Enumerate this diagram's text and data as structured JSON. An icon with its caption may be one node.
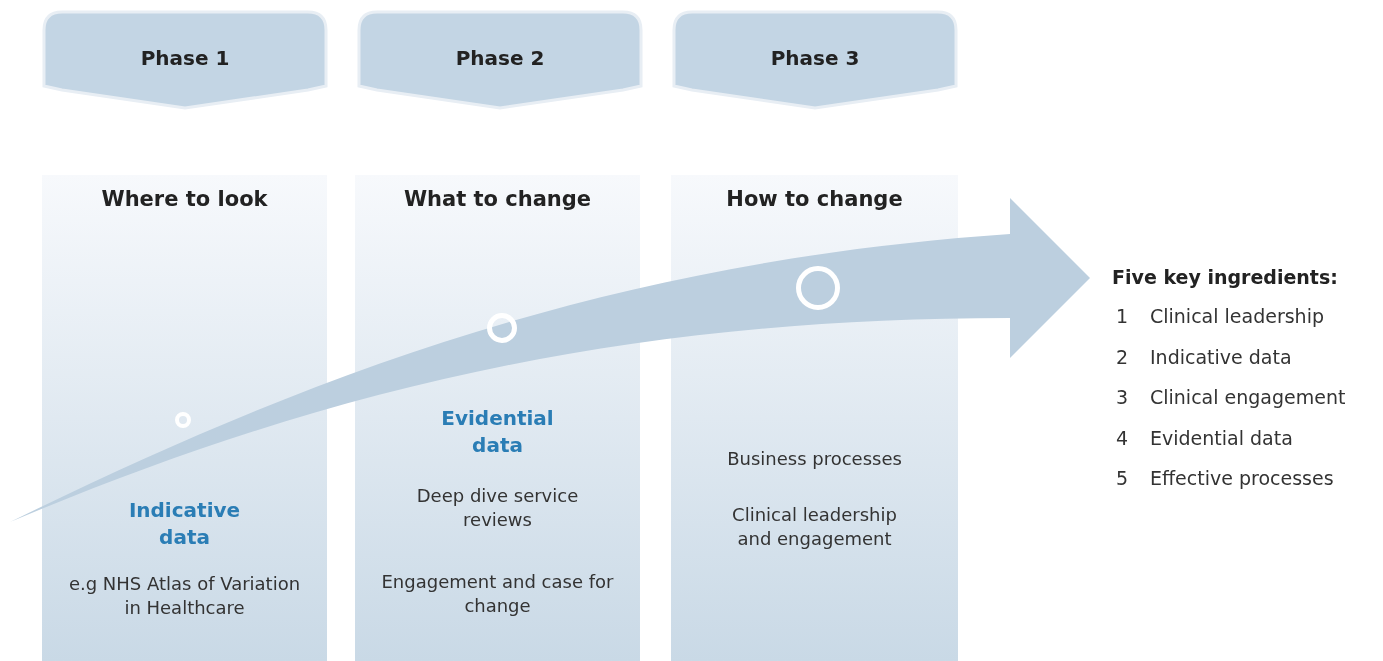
{
  "diagram": {
    "nodes": [
      {
        "text": [
          "Phase 1"
        ]
      },
      {
        "text": [
          "Phase 2"
        ]
      },
      {
        "text": [
          "Phase 3"
        ]
      },
      {
        "text": [
          "Where to look",
          "Indicative data",
          "e.g NHS Atlas of Variation in Healthcare"
        ]
      },
      {
        "text": [
          "What to change",
          "Evidential data",
          "Deep dive service reviews",
          "Engagement and case for change"
        ]
      },
      {
        "text": [
          "How to change",
          "Business processes",
          "Clinical leadership and engagement"
        ]
      },
      {
        "text": [],
        "shape": "circle",
        "in": 3
      },
      {
        "text": [],
        "shape": "circle",
        "in": 4
      },
      {
        "text": [],
        "shape": "circle",
        "in": 5
      }
    ],
    "edges": [],
    "labels": [
      "Five key ingredients:",
      "1",
      "Clinical leadership",
      "2",
      "Indicative data",
      "3",
      "Clinical engagement",
      "4",
      "Evidential data",
      "5",
      "Effective processes"
    ]
  }
}
